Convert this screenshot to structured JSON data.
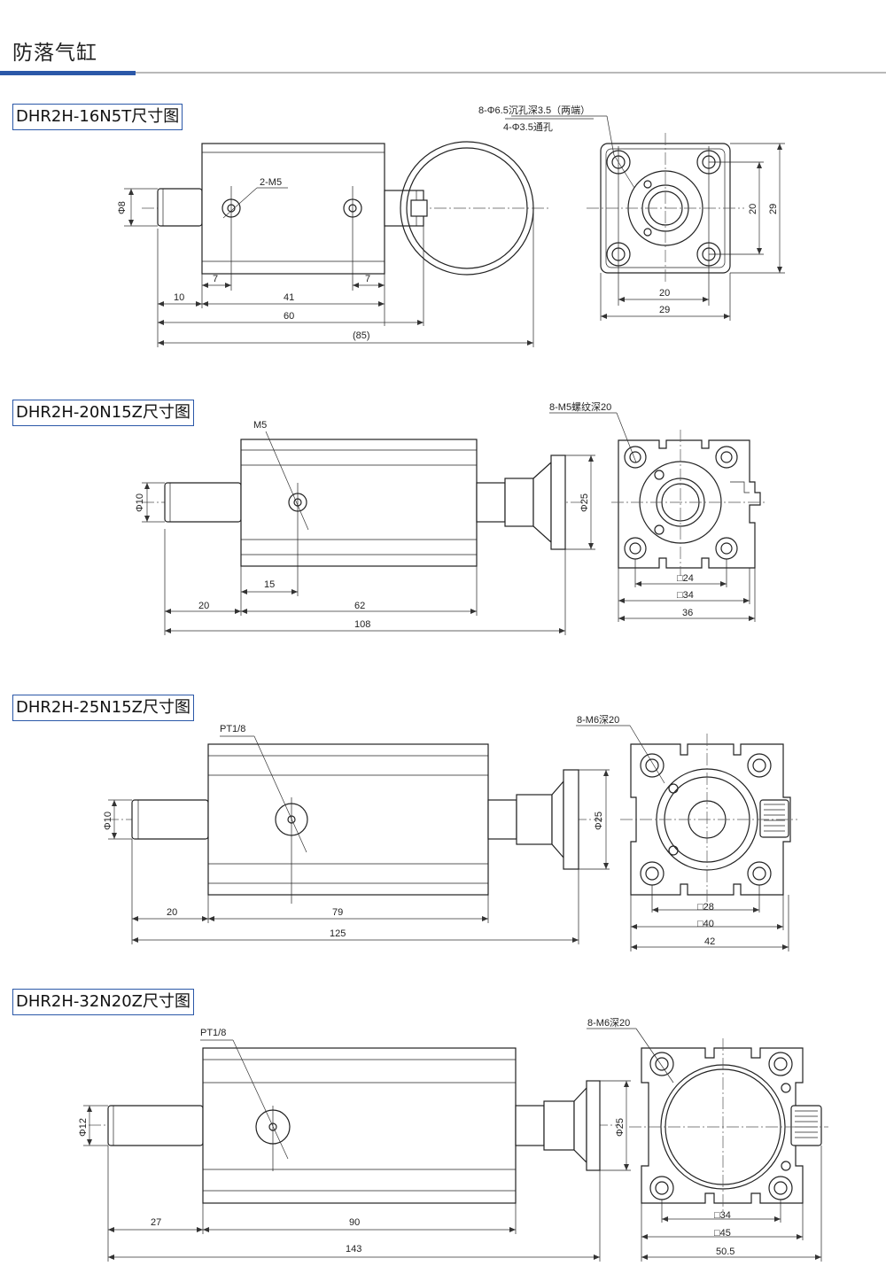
{
  "page": {
    "title": "防落气缸"
  },
  "sections": [
    {
      "label": "DHR2H-16N5T尺寸图",
      "callouts": {
        "side_port": "2-M5",
        "end_holes_line1": "8-Φ6.5沉孔深3.5（两端）",
        "end_holes_line2": "4-Φ3.5通孔"
      },
      "dims": {
        "rod_dia": "Φ8",
        "d7a": "7",
        "d7b": "7",
        "d10": "10",
        "d41": "41",
        "d60": "60",
        "d85": "(85)",
        "e20h": "20",
        "e29h": "29",
        "e20v": "20",
        "e29v": "29"
      }
    },
    {
      "label": "DHR2H-20N15Z尺寸图",
      "callouts": {
        "side_port": "M5",
        "end_holes": "8-M5螺纹深20"
      },
      "dims": {
        "rod_dia": "Φ10",
        "head_dia": "Φ25",
        "d15": "15",
        "d20": "20",
        "d62": "62",
        "d108": "108",
        "e24": "□24",
        "e34": "□34",
        "e36": "36"
      }
    },
    {
      "label": "DHR2H-25N15Z尺寸图",
      "callouts": {
        "side_port": "PT1/8",
        "end_holes": "8-M6深20"
      },
      "dims": {
        "rod_dia": "Φ10",
        "head_dia": "Φ25",
        "d20": "20",
        "d79": "79",
        "d125": "125",
        "e28": "□28",
        "e40": "□40",
        "e42": "42"
      }
    },
    {
      "label": "DHR2H-32N20Z尺寸图",
      "callouts": {
        "side_port": "PT1/8",
        "end_holes": "8-M6深20"
      },
      "dims": {
        "rod_dia": "Φ12",
        "head_dia": "Φ25",
        "d27": "27",
        "d90": "90",
        "d143": "143",
        "e34": "□34",
        "e45": "□45",
        "e50": "50.5"
      }
    }
  ]
}
